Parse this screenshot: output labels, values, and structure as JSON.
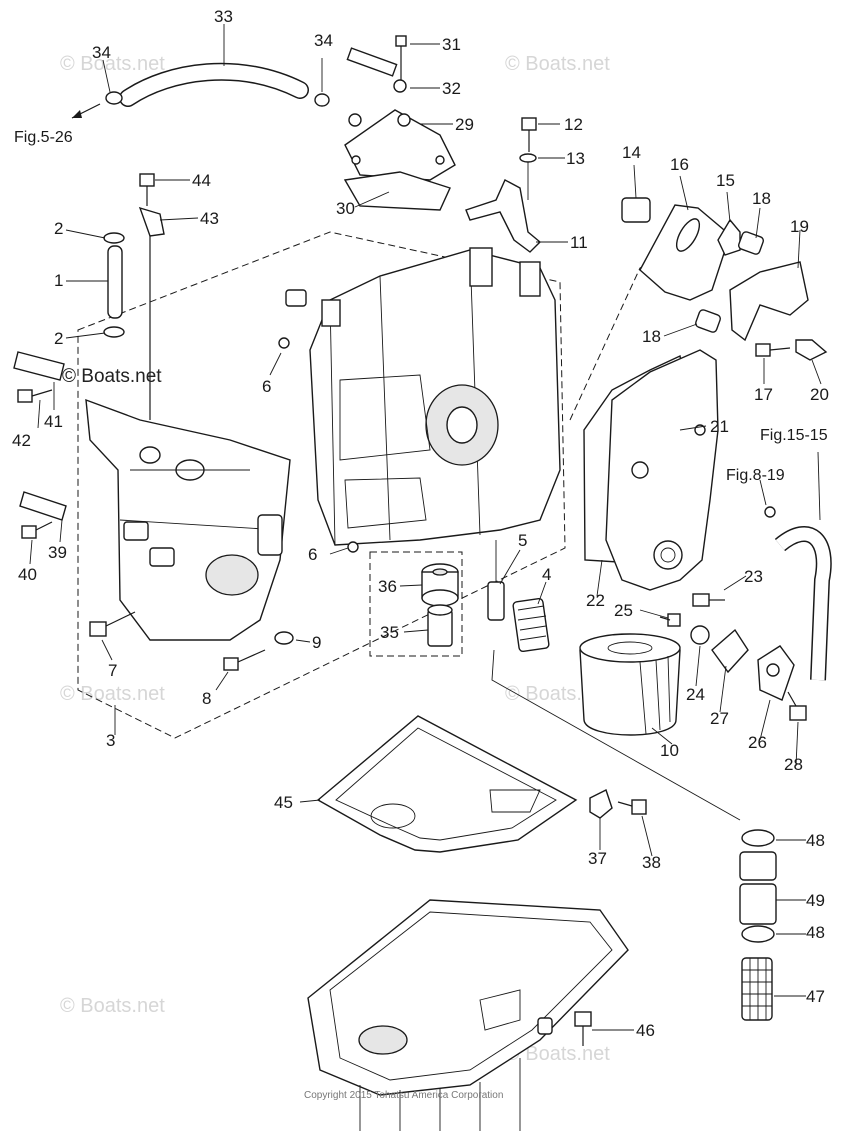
{
  "parts": {
    "p1": "1",
    "p2a": "2",
    "p2b": "2",
    "p3": "3",
    "p4": "4",
    "p5": "5",
    "p6a": "6",
    "p6b": "6",
    "p7": "7",
    "p8": "8",
    "p9": "9",
    "p10": "10",
    "p11": "11",
    "p12": "12",
    "p13": "13",
    "p14": "14",
    "p15": "15",
    "p16": "16",
    "p17": "17",
    "p18a": "18",
    "p18b": "18",
    "p19": "19",
    "p20": "20",
    "p21": "21",
    "p22": "22",
    "p23": "23",
    "p24": "24",
    "p25": "25",
    "p26": "26",
    "p27": "27",
    "p28": "28",
    "p29": "29",
    "p30": "30",
    "p31": "31",
    "p32": "32",
    "p33": "33",
    "p34a": "34",
    "p34b": "34",
    "p35": "35",
    "p36": "36",
    "p37": "37",
    "p38": "38",
    "p39": "39",
    "p40": "40",
    "p41": "41",
    "p42": "42",
    "p43": "43",
    "p44": "44",
    "p45": "45",
    "p46": "46",
    "p47": "47",
    "p48a": "48",
    "p48b": "48",
    "p49": "49"
  },
  "refs": {
    "fig_5_26": "Fig.5-26",
    "fig_15_15": "Fig.15-15",
    "fig_8_19": "Fig.8-19"
  },
  "watermarks": {
    "main": "© Boats.net",
    "faint": "© Boats.net"
  },
  "copyright": "Copyright 2015 Tohatsu America Corporation"
}
